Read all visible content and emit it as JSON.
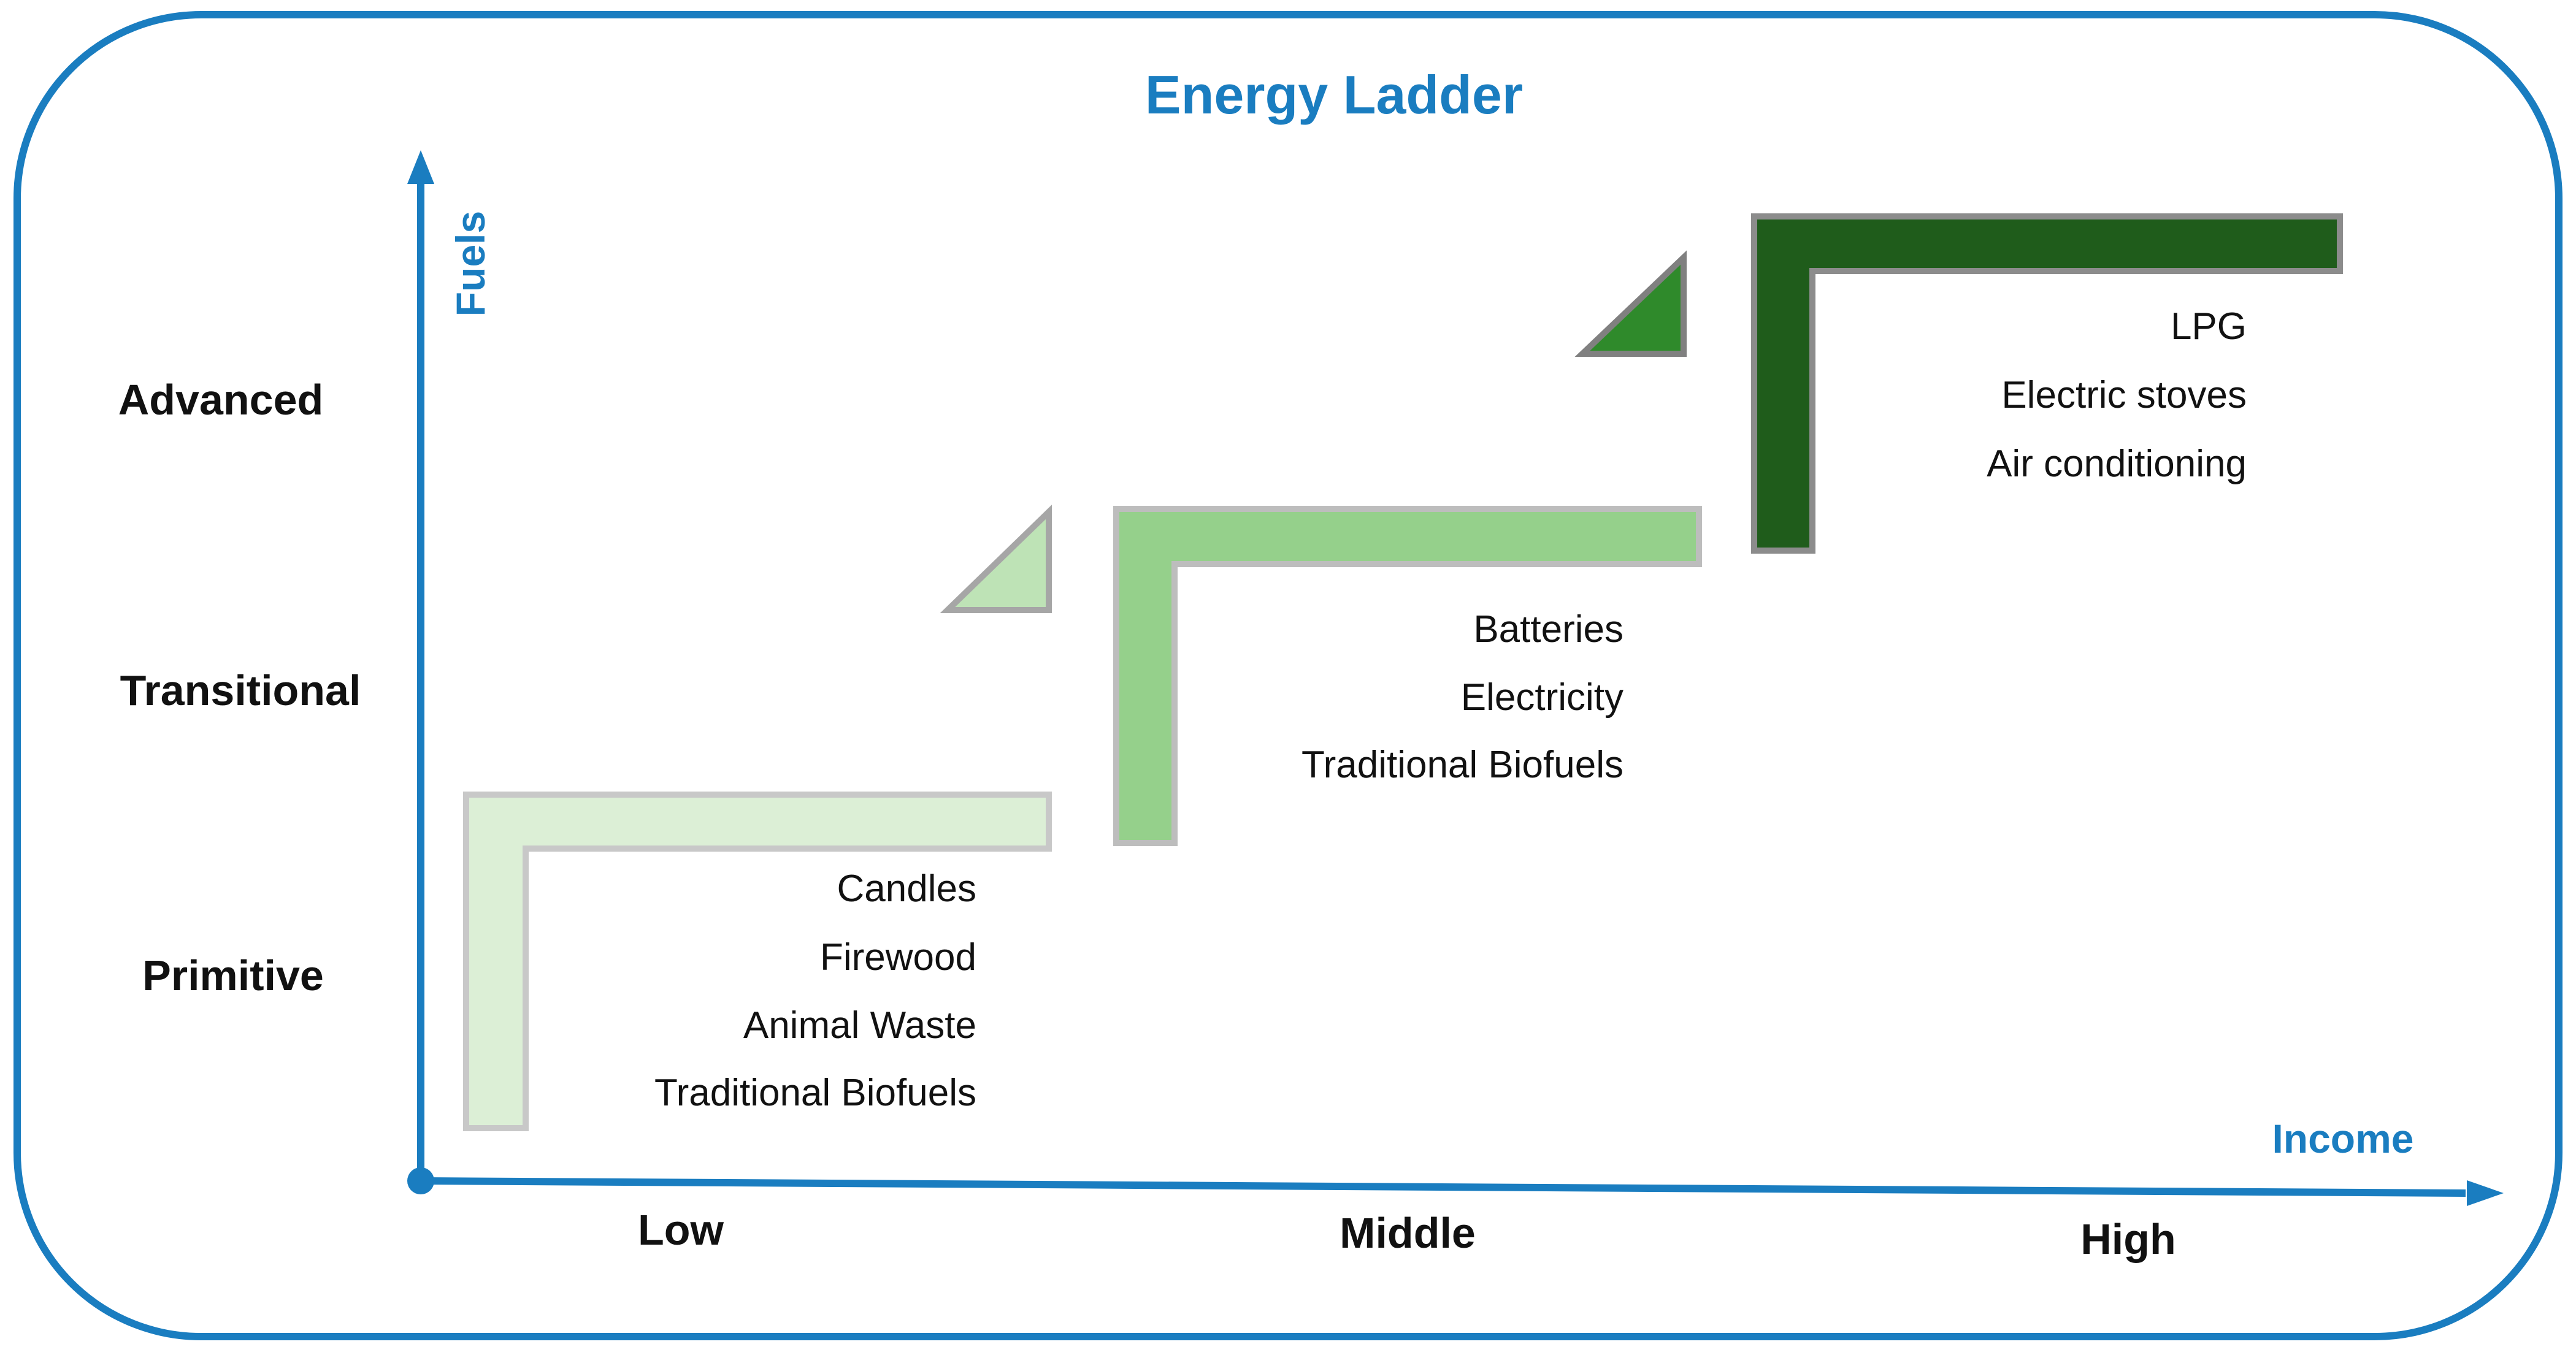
{
  "title": "Energy Ladder",
  "axes": {
    "y_title": "Fuels",
    "x_title": "Income"
  },
  "fuel_levels": [
    "Advanced",
    "Transitional",
    "Primitive"
  ],
  "income_levels": [
    "Low",
    "Middle",
    "High"
  ],
  "steps": [
    {
      "level": "Primitive",
      "items": [
        "Candles",
        "Firewood",
        "Animal Waste",
        "Traditional Biofuels"
      ]
    },
    {
      "level": "Transitional",
      "items": [
        "Batteries",
        "Electricity",
        "Traditional Biofuels"
      ]
    },
    {
      "level": "Advanced",
      "items": [
        "LPG",
        "Electric stoves",
        "Air conditioning"
      ]
    }
  ],
  "colors": {
    "accent": "#1A7DC0",
    "step_primitive": "#DCEFD6",
    "step_transitional": "#95D08B",
    "step_advanced": "#1F5C1B",
    "arrow_transitional": "#BEE3B6",
    "arrow_advanced": "#2F8A2B"
  }
}
